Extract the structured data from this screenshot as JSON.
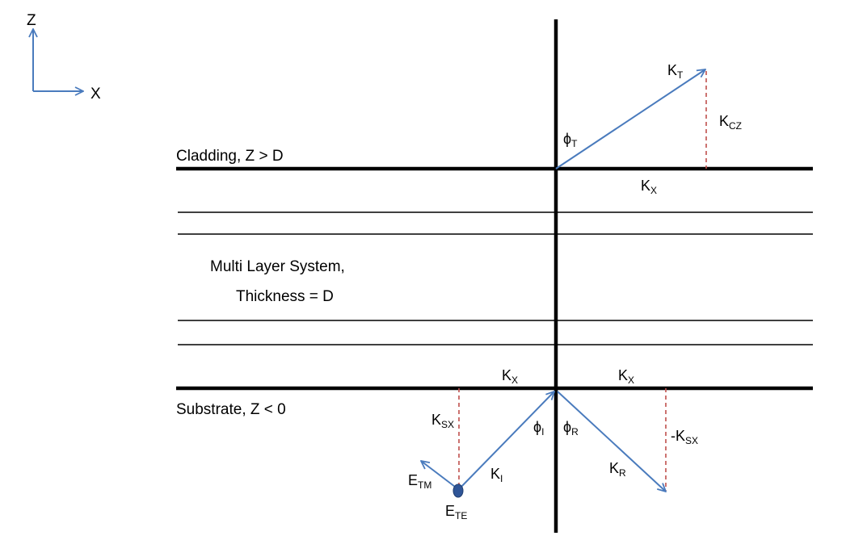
{
  "colors": {
    "background": "#ffffff",
    "line": "#000000",
    "arrow": "#4a7bbd",
    "dashed": "#c0504d",
    "dot": "#2f5597"
  },
  "axes": {
    "z": "Z",
    "x": "X"
  },
  "regions": {
    "cladding": "Cladding, Z > D",
    "multilayer_line1": "Multi Layer System,",
    "multilayer_line2": "Thickness = D",
    "substrate": "Substrate, Z < 0"
  },
  "labels": {
    "kt": {
      "main": "K",
      "sub": "T"
    },
    "kcz": {
      "main": "K",
      "sub": "CZ"
    },
    "phi_t": {
      "main": "ϕ",
      "sub": "T"
    },
    "kx_top": {
      "main": "K",
      "sub": "X"
    },
    "kx_left": {
      "main": "K",
      "sub": "X"
    },
    "kx_right": {
      "main": "K",
      "sub": "X"
    },
    "ksx": {
      "main": "K",
      "sub": "SX"
    },
    "neg_ksx": {
      "main": "-K",
      "sub": "SX"
    },
    "phi_i": {
      "main": "ϕ",
      "sub": "I"
    },
    "phi_r": {
      "main": "ϕ",
      "sub": "R"
    },
    "ki": {
      "main": "K",
      "sub": "I"
    },
    "kr": {
      "main": "K",
      "sub": "R"
    },
    "etm": {
      "main": "E",
      "sub": "TM"
    },
    "ete": {
      "main": "E",
      "sub": "TE"
    }
  }
}
